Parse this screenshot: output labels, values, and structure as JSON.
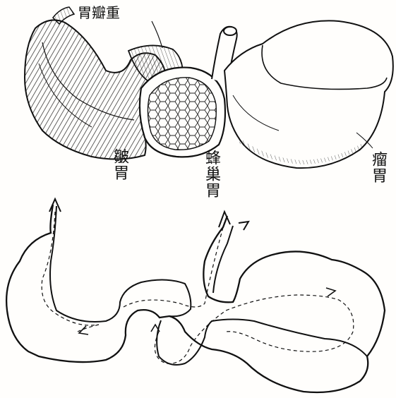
{
  "labels": {
    "fold": "胃瓣重",
    "omasum": "皺胃",
    "reticulum": "蜂巢胃",
    "rumen": "瘤胃"
  },
  "colors": {
    "ink": "#111111",
    "paper": "#fffefc"
  }
}
